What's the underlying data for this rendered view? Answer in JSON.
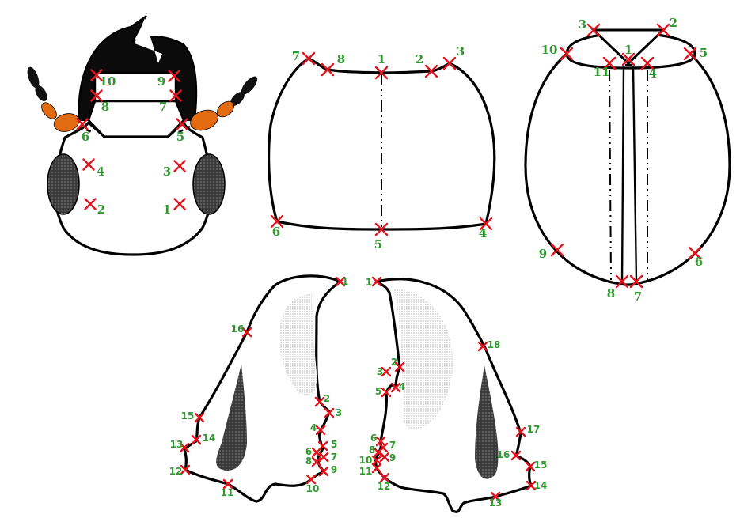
{
  "colors": {
    "landmark_marker": "#e3141d",
    "landmark_label": "#2e9a2e",
    "outline": "#000000",
    "antenna_basal": "#e26a10",
    "shading": "#b5b5b5"
  },
  "marker_icon": "red-x-cross",
  "head": {
    "labels": [
      "1",
      "2",
      "3",
      "4",
      "5",
      "6",
      "7",
      "8",
      "9",
      "10"
    ]
  },
  "pronotum": {
    "labels": [
      "1",
      "2",
      "3",
      "4",
      "5",
      "6",
      "7",
      "8"
    ]
  },
  "elytra_dorsal": {
    "labels": [
      "1",
      "2",
      "3",
      "4",
      "5",
      "6",
      "7",
      "8",
      "9",
      "10",
      "11"
    ]
  },
  "left_elytron_lateral": {
    "labels": [
      "1",
      "2",
      "3",
      "4",
      "5",
      "6",
      "7",
      "8",
      "9",
      "10",
      "11",
      "12",
      "13",
      "14",
      "15",
      "16"
    ]
  },
  "right_elytron_lateral": {
    "labels": [
      "1",
      "2",
      "3",
      "4",
      "5",
      "6",
      "7",
      "8",
      "9",
      "10",
      "11",
      "12",
      "13",
      "14",
      "15",
      "16",
      "17",
      "18"
    ]
  }
}
